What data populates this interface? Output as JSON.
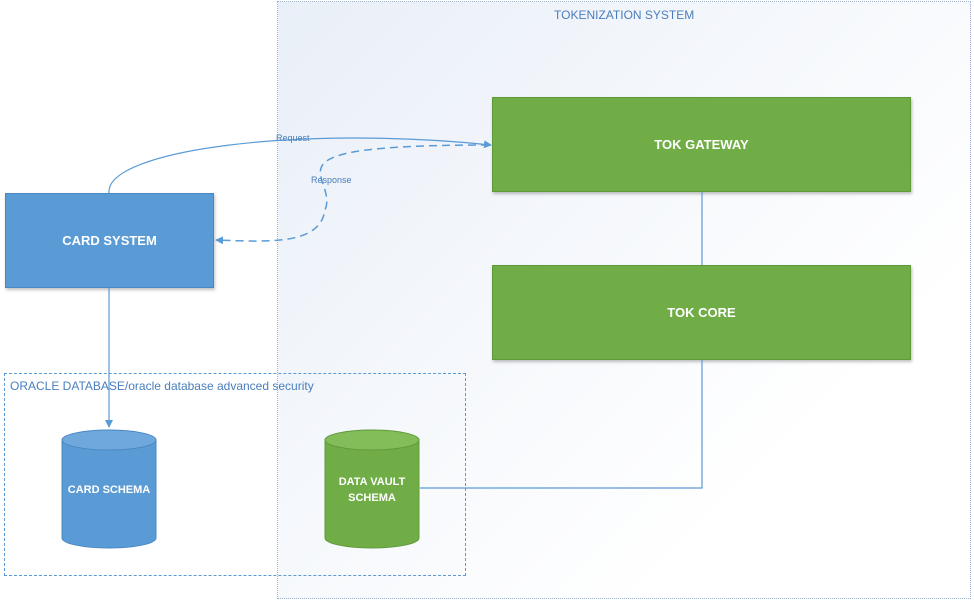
{
  "tokenization_system": {
    "title": "TOKENIZATION SYSTEM"
  },
  "oracle_database": {
    "title": "ORACLE DATABASE/oracle database advanced security"
  },
  "nodes": {
    "card_system": "CARD SYSTEM",
    "tok_gateway": "TOK GATEWAY",
    "tok_core": "TOK CORE",
    "card_schema": "CARD SCHEMA",
    "data_vault_schema_line1": "DATA VAULT",
    "data_vault_schema_line2": "SCHEMA"
  },
  "edges": {
    "request": "Request",
    "response": "Response"
  },
  "colors": {
    "blue": "#5b9bd5",
    "green": "#70ad47",
    "line": "#5b9bd5",
    "label": "#4a7ebb"
  }
}
